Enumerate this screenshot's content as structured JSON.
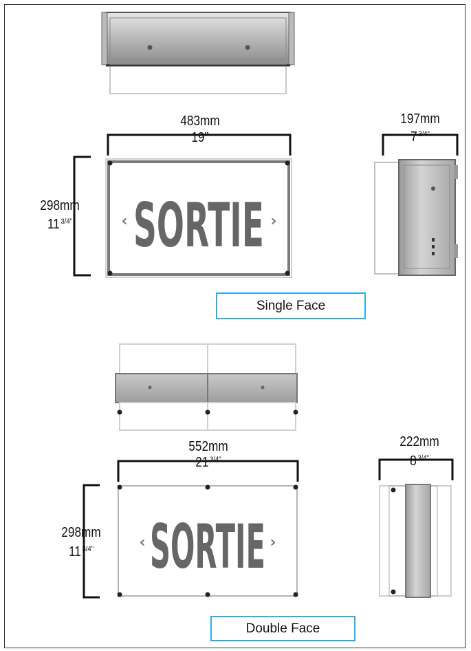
{
  "single_face": {
    "sign_text": "SORTIE",
    "width_mm": "483mm",
    "width_in_whole": "19\"",
    "height_mm": "298mm",
    "height_in_whole": "11",
    "height_in_frac": "3/4\"",
    "depth_mm": "197mm",
    "depth_in_whole": "7",
    "depth_in_frac": "3/4\"",
    "label": "Single Face"
  },
  "double_face": {
    "sign_text": "SORTIE",
    "width_mm": "552mm",
    "width_in_whole": "21",
    "width_in_frac": "3/4\"",
    "height_mm": "298mm",
    "height_in_whole": "11",
    "height_in_frac": "3/4\"",
    "depth_mm": "222mm",
    "depth_in_whole": "8",
    "depth_in_frac": "3/4\"",
    "label": "Double Face"
  },
  "colors": {
    "label_border": "#2aaee3",
    "frame": "#333333",
    "legend_text": "#666666"
  }
}
